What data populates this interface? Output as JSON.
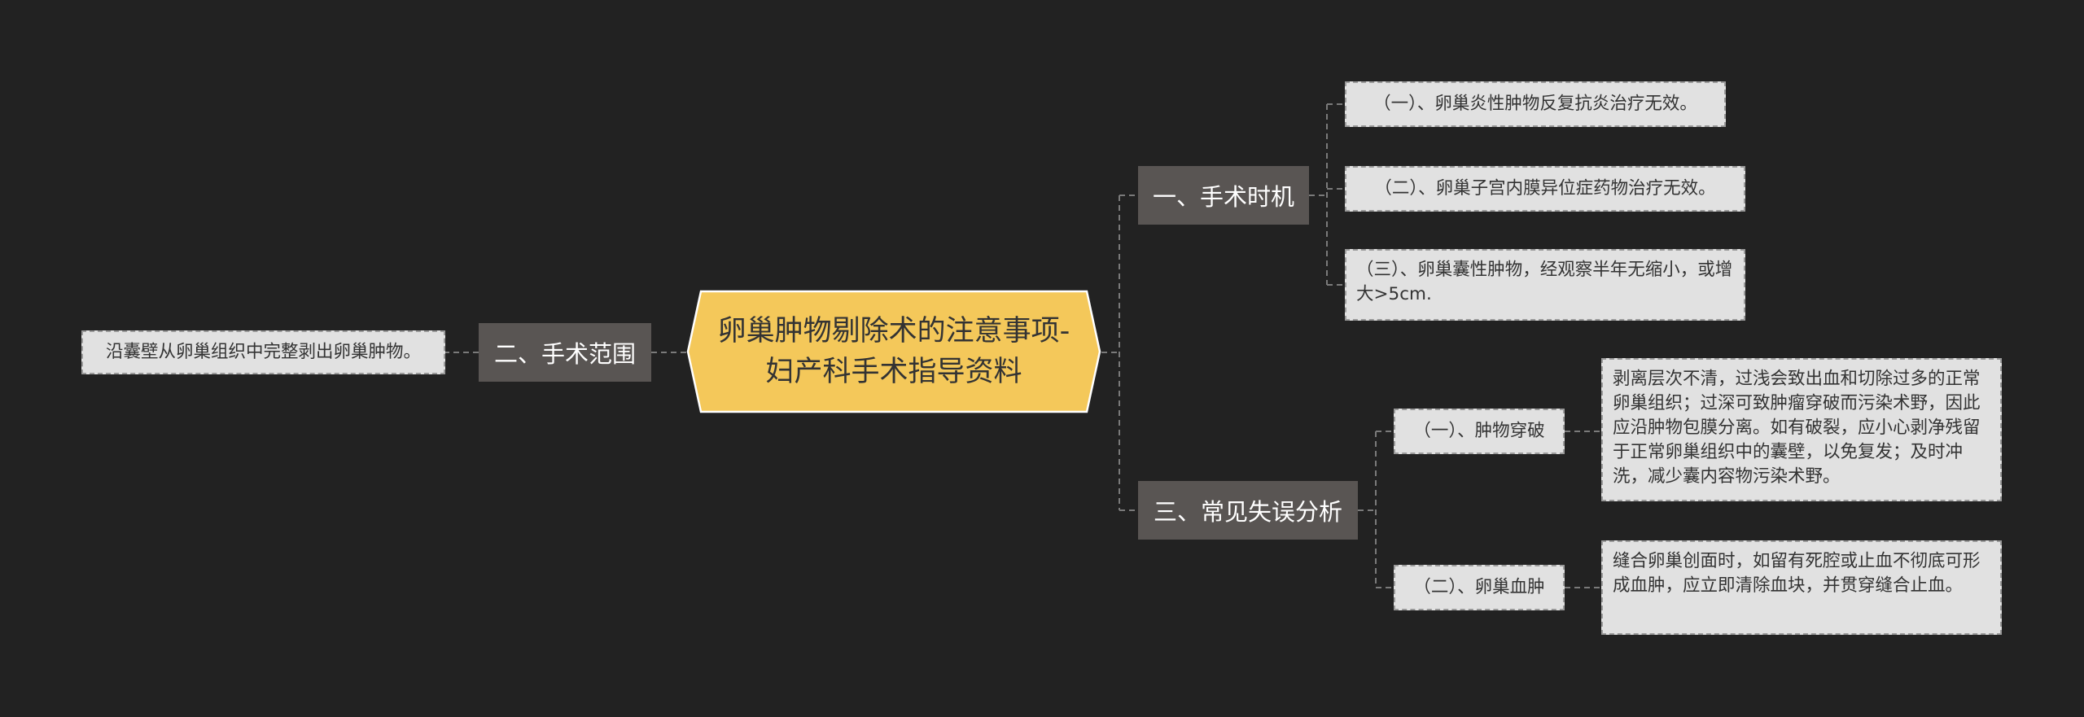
{
  "root": {
    "title": "卵巢肿物剔除术的注意事项-妇产科手术指导资料"
  },
  "branches": {
    "timing": {
      "label": "一、手术时机",
      "items": [
        "（一）、卵巢炎性肿物反复抗炎治疗无效。",
        "（二）、卵巢子宫内膜异位症药物治疗无效。",
        "（三）、卵巢囊性肿物，经观察半年无缩小，或增大>5cm."
      ]
    },
    "scope": {
      "label": "二、手术范围",
      "items": [
        "沿囊壁从卵巢组织中完整剥出卵巢肿物。"
      ]
    },
    "errors": {
      "label": "三、常见失误分析",
      "subs": [
        {
          "label": "（一）、肿物穿破",
          "detail": "剥离层次不清，过浅会致出血和切除过多的正常卵巢组织；过深可致肿瘤穿破而污染术野，因此应沿肿物包膜分离。如有破裂，应小心剥净残留于正常卵巢组织中的囊壁，以免复发；及时冲洗，减少囊内容物污染术野。"
        },
        {
          "label": "（二）、卵巢血肿",
          "detail": "缝合卵巢创面时，如留有死腔或止血不彻底可形成血肿，应立即清除血块，并贯穿缝合止血。"
        }
      ]
    }
  },
  "colors": {
    "background": "#222222",
    "root_fill": "#f4c85a",
    "root_border": "#ffffff",
    "topic_fill": "#595553",
    "leaf_fill": "#e1e1e1",
    "connector": "#7a7a7a"
  }
}
